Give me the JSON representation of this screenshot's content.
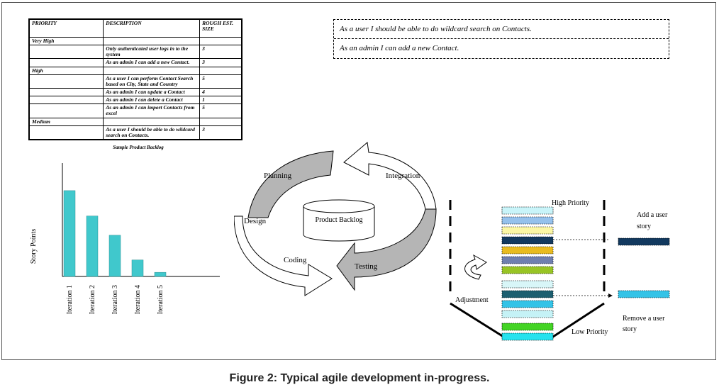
{
  "backlog": {
    "headers": [
      "PRIORITY",
      "DESCRIPTION",
      "ROUGH EST. SIZE"
    ],
    "groups": [
      {
        "name": "Very High",
        "rows": [
          {
            "desc": "Only authenticated user logs in to the system",
            "size": "3"
          },
          {
            "desc": "As an admin I can add a new Contact.",
            "size": "3"
          }
        ]
      },
      {
        "name": "High",
        "rows": [
          {
            "desc": "As a user I can perform Contact Search based on City, State and Country",
            "size": "5"
          },
          {
            "desc": "As an admin I can update a Contact",
            "size": "4"
          },
          {
            "desc": "As an admin I can delete a Contact",
            "size": "1"
          },
          {
            "desc": "As an admin I can import Contacts from excel",
            "size": "5"
          }
        ]
      },
      {
        "name": "Medium",
        "rows": [
          {
            "desc": "As a user I should be able to do wildcard search on Contacts.",
            "size": "3"
          }
        ]
      }
    ],
    "caption": "Sample Product Backlog"
  },
  "stories": [
    "As a user I should be able to do wildcard search on Contacts.",
    "As an admin I can add a new Contact."
  ],
  "chart_data": {
    "type": "bar",
    "categories": [
      "Iteration 1",
      "Iteration 2",
      "Iteration 3",
      "Iteration 4",
      "Iteration 5"
    ],
    "values": [
      125,
      88,
      60,
      24,
      6
    ],
    "ylabel": "Story Points",
    "ylim": [
      0,
      160
    ],
    "color": "#40c8cc"
  },
  "cycle": {
    "center": "Product Backlog",
    "labels": {
      "planning": "Planning",
      "integration": "Integration",
      "design": "Design",
      "coding": "Coding",
      "testing": "Testing"
    }
  },
  "priority": {
    "high": "High Priority",
    "low": "Low Priority",
    "add": [
      "Add a user",
      "story"
    ],
    "remove": [
      "Remove a user",
      "story"
    ],
    "adjustment": "Adjustment",
    "stack_colors": [
      "#c9f4f9",
      "#95c1ec",
      "#fbf6a5",
      "#12395f",
      "#e8bb20",
      "#6f7fb0",
      "#98c425",
      "#d8f6f8",
      "#1d5f70",
      "#34c3e7",
      "#c5f2f6",
      "#43d424",
      "#27e2ee"
    ],
    "add_color": "#12395f",
    "remove_color": "#34c3e7"
  },
  "figure_caption": "Figure 2: Typical agile development in-progress."
}
